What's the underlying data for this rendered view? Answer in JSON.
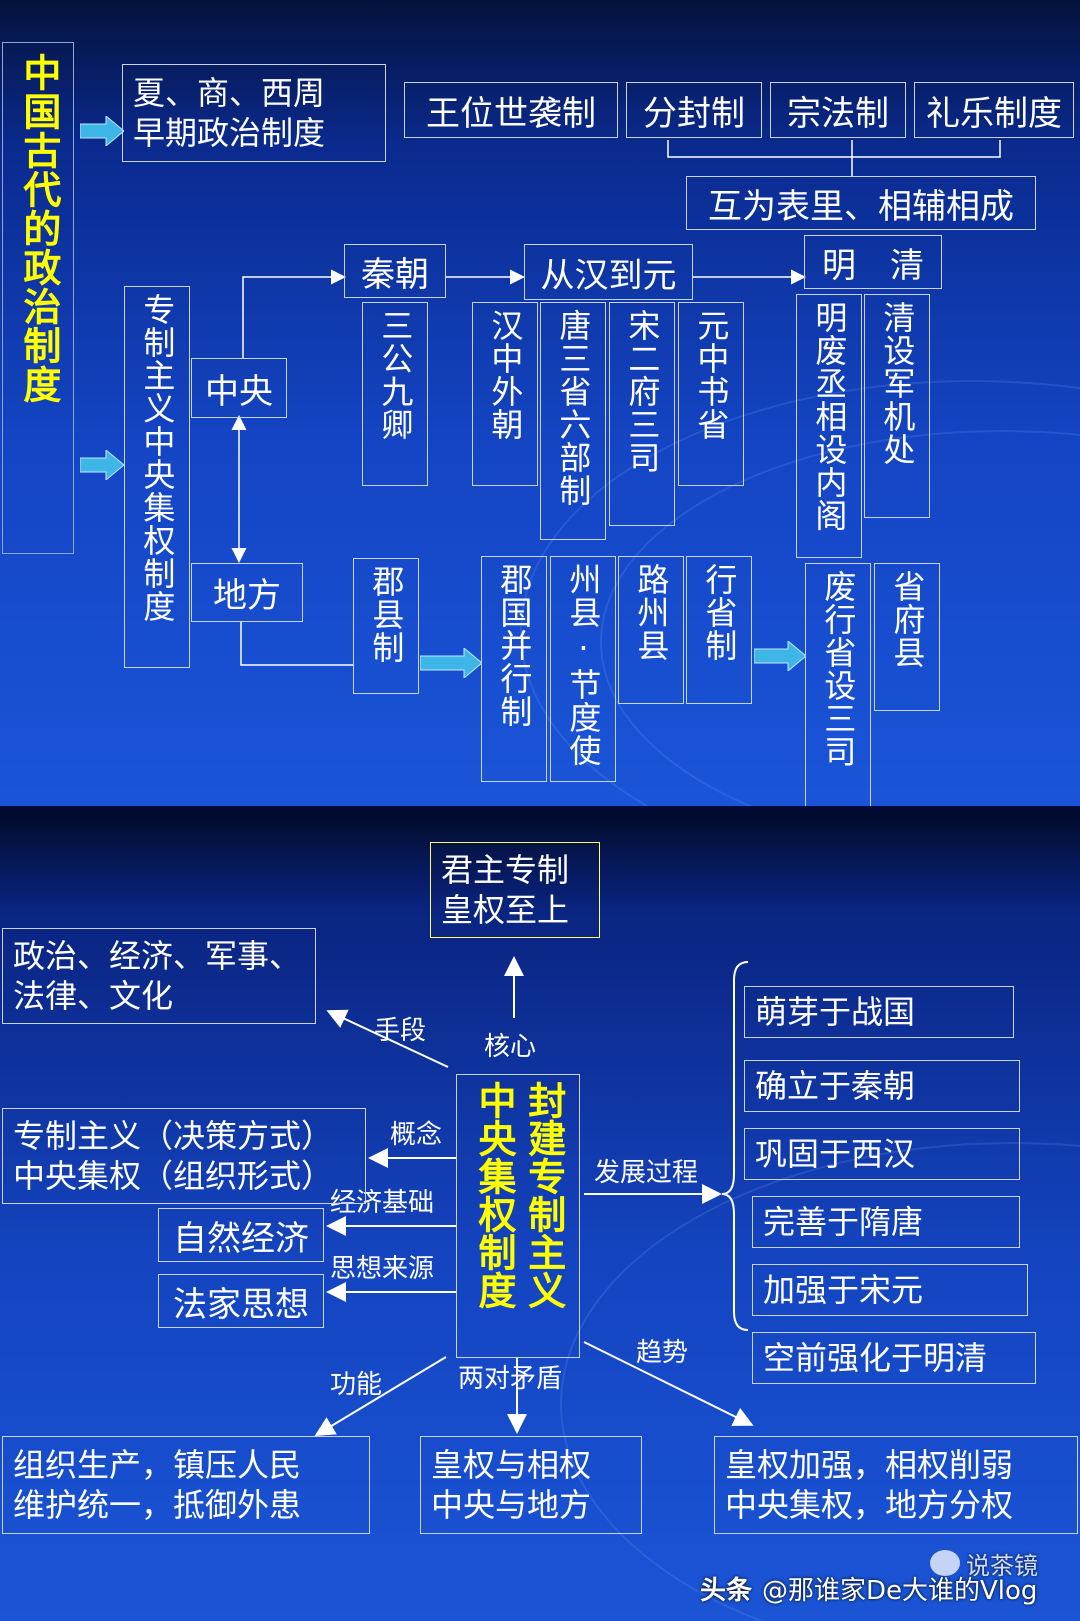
{
  "slide1": {
    "title": "中国古代的政治制度",
    "early": {
      "line1": "夏、商、西周",
      "line2": "早期政治制度"
    },
    "early_systems": [
      "王位世袭制",
      "分封制",
      "宗法制",
      "礼乐制度"
    ],
    "early_relation": "互为表里、相辅相成",
    "autocracy": "专制主义中央集权制度",
    "central": "中央",
    "local": "地方",
    "dynasties": {
      "qin": "秦朝",
      "han_yuan": "从汉到元",
      "ming_qing": "明　清"
    },
    "central_items": {
      "qin": "三公九卿",
      "han": "汉中外朝",
      "tang": "唐三省六部制",
      "song": "宋二府三司",
      "yuan": "元中书省",
      "ming": "明废丞相设内阁",
      "qing": "清设军机处"
    },
    "local_items": {
      "qin": "郡县制",
      "han": "郡国并行制",
      "tang": "州县·节度使",
      "song": "路州县",
      "yuan": "行省制",
      "ming": "废行省设三司",
      "qing": "省府县"
    }
  },
  "slide2": {
    "core": {
      "top_line1": "君主专制",
      "top_line2": "皇权至上"
    },
    "center": {
      "col1": "中央集权制度",
      "col2": "封建专制主义"
    },
    "edges": {
      "core": "核心",
      "means": "手段",
      "concept": "概念",
      "economic": "经济基础",
      "thought": "思想来源",
      "function": "功能",
      "contradiction": "两对矛盾",
      "trend": "趋势",
      "development": "发展过程"
    },
    "means": {
      "line1": "政治、经济、军事、",
      "line2": "法律、文化"
    },
    "concept": {
      "line1": "专制主义（决策方式）",
      "line2": "中央集权（组织形式）"
    },
    "economic": "自然经济",
    "thought": "法家思想",
    "function": {
      "line1": "组织生产，镇压人民",
      "line2": "维护统一，抵御外患"
    },
    "contradiction": {
      "line1": "皇权与相权",
      "line2": "中央与地方"
    },
    "trend": {
      "line1": "皇权加强，相权削弱",
      "line2": "中央集权，地方分权"
    },
    "development": [
      "萌芽于战国",
      "确立于秦朝",
      "巩固于西汉",
      "完善于隋唐",
      "加强于宋元",
      "空前强化于明清"
    ]
  },
  "watermark": {
    "platform": "头条",
    "author": "@那谁家De大谁的Vlog",
    "logo_text": "说茶镜"
  },
  "colors": {
    "title_yellow": "#ffff00",
    "arrow_cyan": "#3fb6e8",
    "line_white": "#ffffff"
  }
}
